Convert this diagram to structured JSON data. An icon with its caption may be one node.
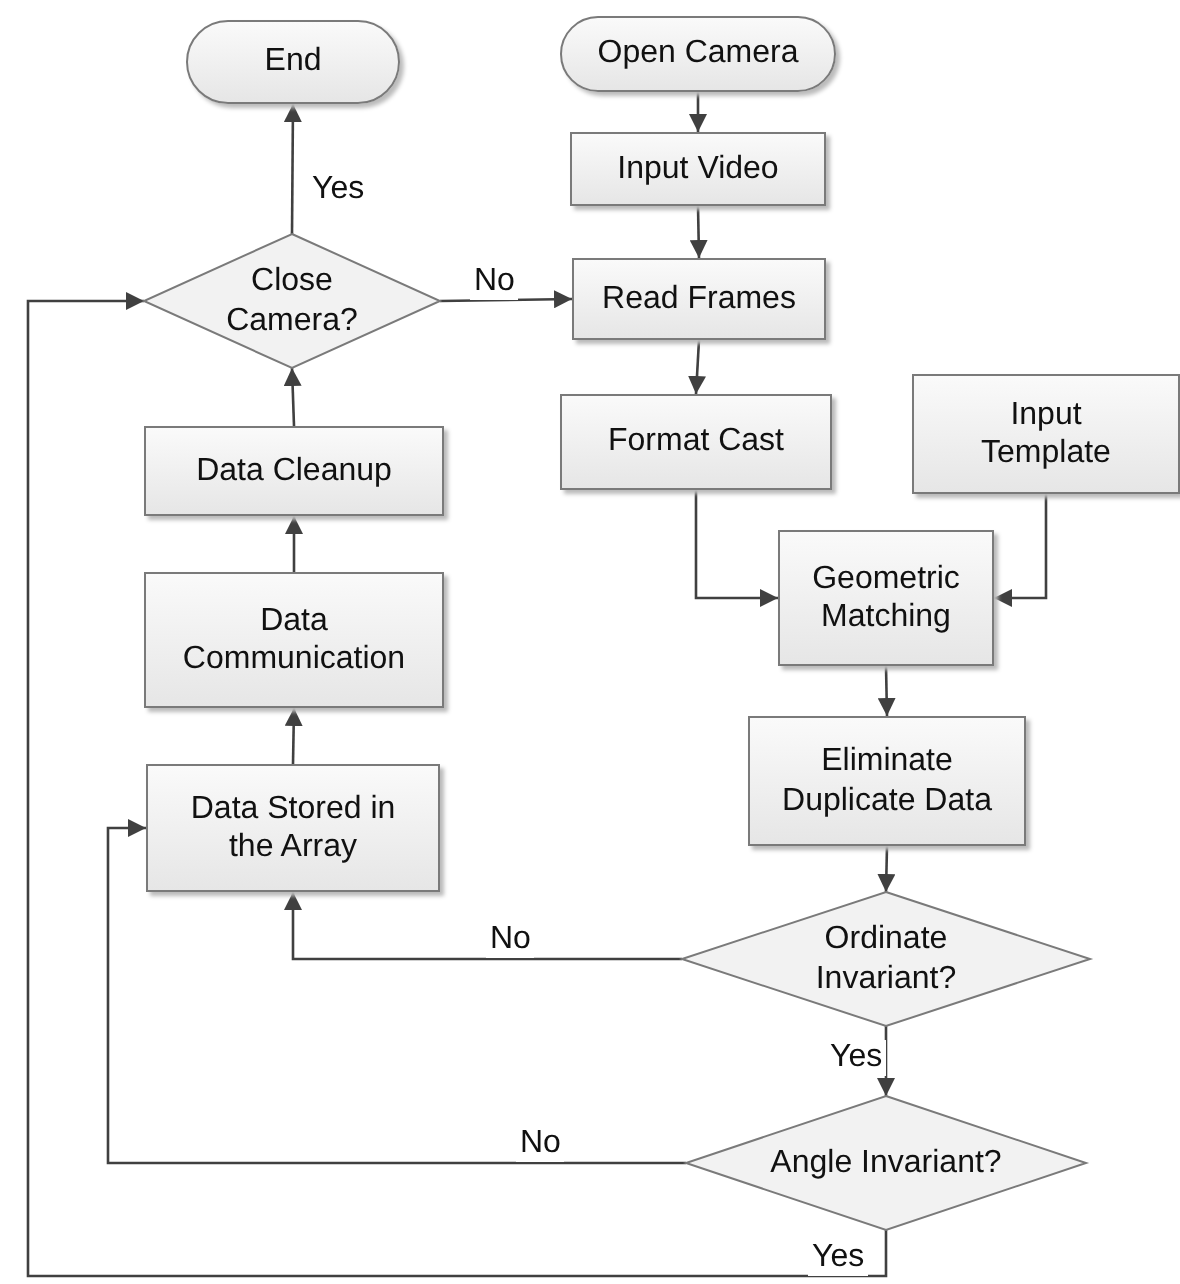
{
  "diagram": {
    "nodes": [
      {
        "text": [
          "End"
        ]
      },
      {
        "text": [
          "Open Camera"
        ]
      },
      {
        "text": [
          "Input Video"
        ]
      },
      {
        "text": [
          "Close Camera?"
        ]
      },
      {
        "text": [
          "Read Frames"
        ]
      },
      {
        "text": [
          "Format Cast"
        ]
      },
      {
        "text": [
          "Input Template"
        ]
      },
      {
        "text": [
          "Data Cleanup"
        ]
      },
      {
        "text": [
          "Geometric Matching"
        ]
      },
      {
        "text": [
          "Data Communication"
        ]
      },
      {
        "text": [
          "Eliminate Duplicate Data"
        ]
      },
      {
        "text": [
          "Data Stored in the Array"
        ]
      },
      {
        "text": [
          "Ordinate Invariant?"
        ]
      },
      {
        "text": [
          "Angle Invariant?"
        ]
      }
    ],
    "edges": [
      {
        "from": 1,
        "to": 2,
        "arrow": "to"
      },
      {
        "from": 2,
        "to": 4,
        "arrow": "to"
      },
      {
        "from": 4,
        "to": 5,
        "arrow": "to"
      },
      {
        "from": 5,
        "to": 8,
        "arrow": "to"
      },
      {
        "from": 6,
        "to": 8,
        "arrow": "to"
      },
      {
        "from": 8,
        "to": 10,
        "arrow": "to"
      },
      {
        "from": 10,
        "to": 12,
        "arrow": "to"
      },
      {
        "from": 12,
        "to": 11,
        "arrow": "to",
        "label": "No"
      },
      {
        "from": 12,
        "to": 13,
        "arrow": "to",
        "label": "Yes"
      },
      {
        "from": 13,
        "to": 11,
        "arrow": "to",
        "label": "No"
      },
      {
        "from": 13,
        "to": 3,
        "arrow": "to",
        "label": "Yes"
      },
      {
        "from": 11,
        "to": 9,
        "arrow": "to"
      },
      {
        "from": 9,
        "to": 7,
        "arrow": "to"
      },
      {
        "from": 7,
        "to": 3,
        "arrow": "to"
      },
      {
        "from": 3,
        "to": 0,
        "arrow": "to",
        "label": "Yes"
      },
      {
        "from": 3,
        "to": 4,
        "arrow": "to",
        "label": "No"
      }
    ]
  }
}
